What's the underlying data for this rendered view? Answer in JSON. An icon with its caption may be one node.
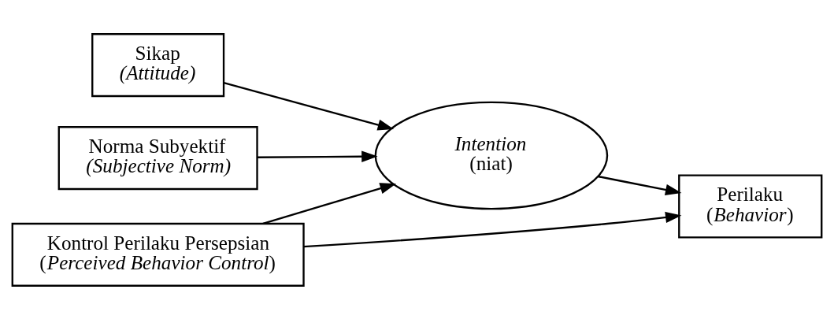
{
  "diagram": {
    "nodes": [
      {
        "text": [
          "Sikap",
          "(Attitude)"
        ]
      },
      {
        "text": [
          "Norma Subyektif",
          "(Subjective Norm)"
        ]
      },
      {
        "text": [
          "Kontrol Perilaku Persepsian",
          "(*Perceived Behavior Control*)"
        ]
      },
      {
        "text": [
          "Intention",
          "(niat)"
        ]
      },
      {
        "text": [
          "Perilaku",
          "(*Behavior*)"
        ]
      }
    ],
    "edges": [
      {
        "from": 0,
        "to": 3,
        "arrow": "to"
      },
      {
        "from": 1,
        "to": 3,
        "arrow": "to"
      },
      {
        "from": 2,
        "to": 3,
        "arrow": "to"
      },
      {
        "from": 3,
        "to": 4,
        "arrow": "to"
      },
      {
        "from": 2,
        "to": 4,
        "arrow": "to"
      }
    ]
  }
}
